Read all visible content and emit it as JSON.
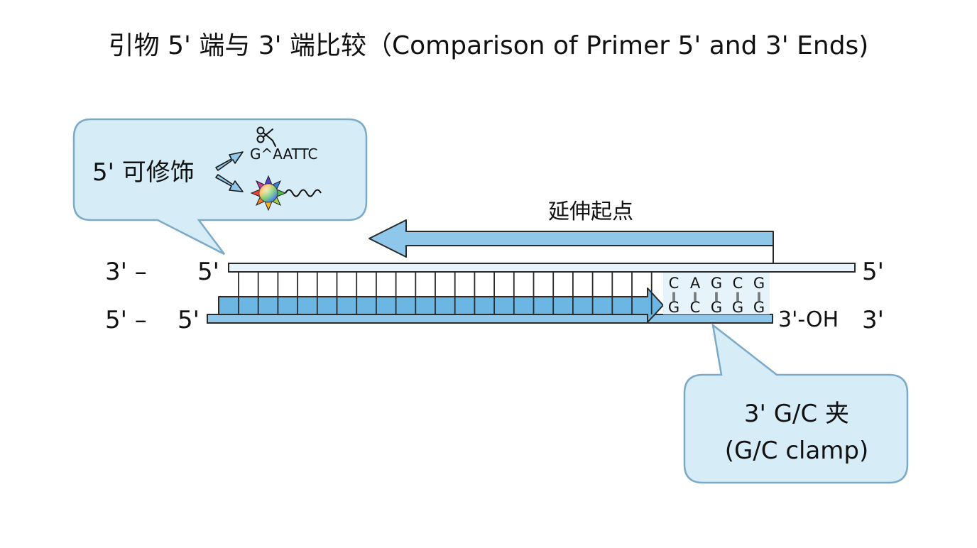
{
  "title": "引物 5' 端与 3' 端比较（Comparison of Primer 5' and 3' Ends)",
  "colors": {
    "accent": "#6cb6e3",
    "bubble_fill": "#d6ecf7",
    "bubble_stroke": "#7ba9c8",
    "strand_fill": "#e8f4fb",
    "outline": "#1a1a1a"
  },
  "template_strand": {
    "left_dash": "3' –",
    "left_end": "5'",
    "right_end": "5'"
  },
  "primer_strand": {
    "left_dash": "5' –",
    "left_end": "5'",
    "right_label": "3'-OH",
    "right_end": "3'"
  },
  "extension": {
    "label": "延伸起点"
  },
  "clamp": {
    "top_bases": [
      "C",
      "A",
      "G",
      "C",
      "G"
    ],
    "bottom_bases": [
      "G",
      "C",
      "G",
      "G",
      "G"
    ]
  },
  "five_prime_bubble": {
    "label": "5' 可修饰",
    "restriction_site": "G^AATTC",
    "scissors_icon": "scissors-icon",
    "fluorophore_icon": "fluorophore-icon"
  },
  "clamp_bubble": {
    "line1": "3' G/C 夹",
    "line2": "(G/C clamp)"
  }
}
